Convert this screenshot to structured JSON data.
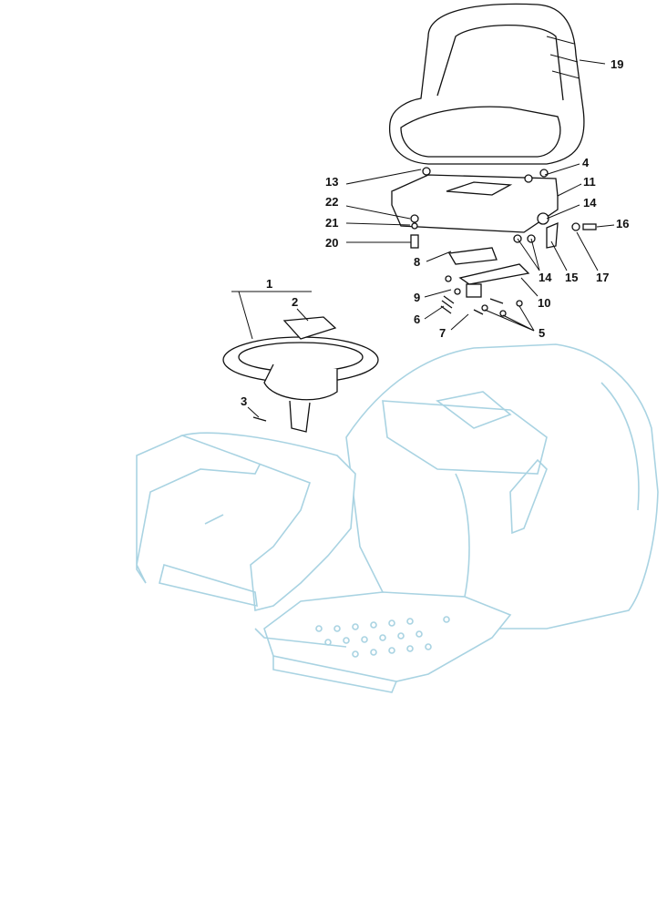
{
  "diagram": {
    "callouts": {
      "c19": "19",
      "c13": "13",
      "c4": "4",
      "c11": "11",
      "c22": "22",
      "c21": "21",
      "c20": "20",
      "c14a": "14",
      "c16": "16",
      "c8": "8",
      "c14b": "14",
      "c15": "15",
      "c17": "17",
      "c9": "9",
      "c10": "10",
      "c6": "6",
      "c7": "7",
      "c5": "5",
      "c1": "1",
      "c2": "2",
      "c3": "3"
    },
    "colors": {
      "lines": "#111111",
      "body_outline": "#a9d3e2"
    }
  }
}
